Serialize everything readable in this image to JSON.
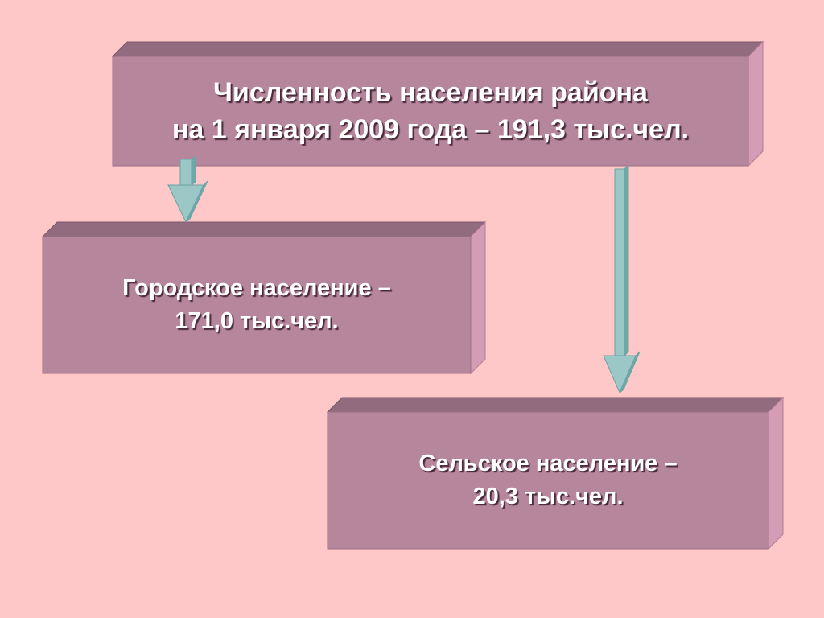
{
  "colors": {
    "background": "#ffc8c8",
    "box_front": "#b5869c",
    "box_top": "#926b7e",
    "box_side": "#d59cb5",
    "arrow_fill": "#9cc7c7",
    "arrow_dark": "#5e9a9a"
  },
  "main_box": {
    "line1": "Численность населения района",
    "line2": "на 1 января 2009 года – 191,3 тыс.чел."
  },
  "urban_box": {
    "line1": "Городское население –",
    "line2": "171,0 тыс.чел."
  },
  "rural_box": {
    "line1": "Сельское население –",
    "line2": "20,3 тыс.чел."
  }
}
